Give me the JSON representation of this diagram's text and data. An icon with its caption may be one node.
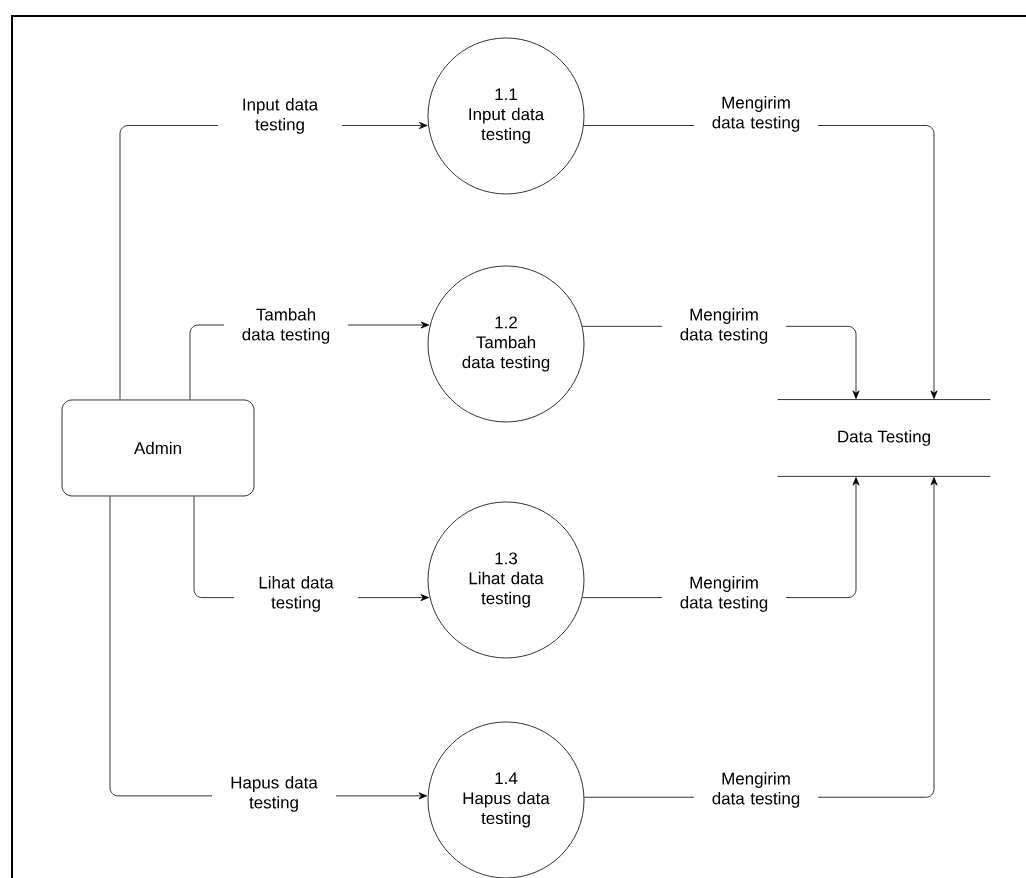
{
  "diagram": {
    "nodes": [
      {
        "text": [
          "Admin"
        ]
      },
      {
        "text": [
          "1.1",
          "Input data testing"
        ]
      },
      {
        "text": [
          "1.2",
          "Tambah data testing"
        ]
      },
      {
        "text": [
          "1.3",
          "Lihat data testing"
        ]
      },
      {
        "text": [
          "1.4",
          "Hapus data testing"
        ]
      },
      {
        "text": [
          "Data Testing"
        ]
      }
    ],
    "edges": [
      {
        "from": 0,
        "to": 1,
        "arrow": "to",
        "label": "Input data testing"
      },
      {
        "from": 0,
        "to": 2,
        "arrow": "to",
        "label": "Tambah data testing"
      },
      {
        "from": 0,
        "to": 3,
        "arrow": "to",
        "label": "Lihat data testing"
      },
      {
        "from": 0,
        "to": 4,
        "arrow": "to",
        "label": "Hapus data testing"
      },
      {
        "from": 1,
        "to": 5,
        "arrow": "to",
        "label": "Mengirim data testing"
      },
      {
        "from": 2,
        "to": 5,
        "arrow": "to",
        "label": "Mengirim data testing"
      },
      {
        "from": 3,
        "to": 5,
        "arrow": "to",
        "label": "Mengirim data testing"
      },
      {
        "from": 4,
        "to": 5,
        "arrow": "to",
        "label": "Mengirim data testing"
      }
    ]
  }
}
